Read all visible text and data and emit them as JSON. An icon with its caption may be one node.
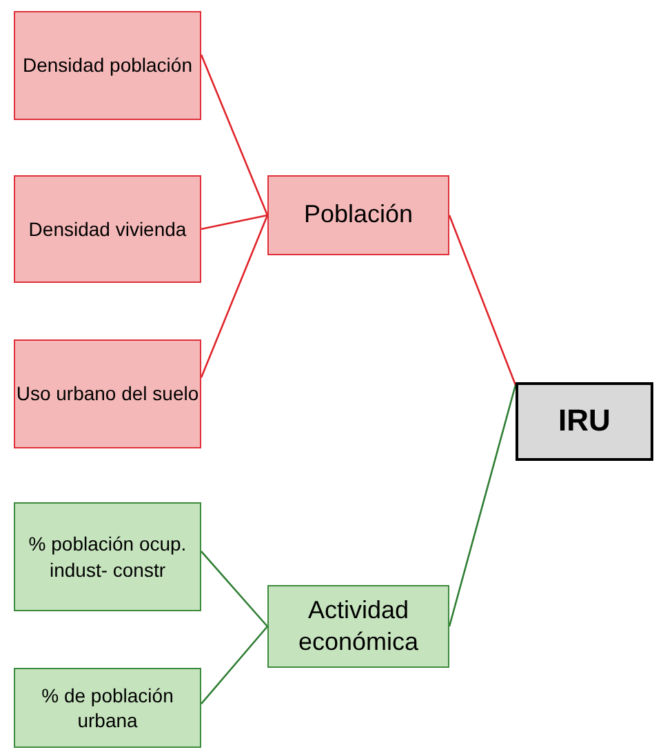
{
  "diagram": {
    "nodes": [
      {
        "text": [
          "Densidad población"
        ]
      },
      {
        "text": [
          "Densidad vivienda"
        ]
      },
      {
        "text": [
          "Uso urbano del suelo"
        ]
      },
      {
        "text": [
          "Población"
        ]
      },
      {
        "text": [
          "IRU"
        ]
      },
      {
        "text": [
          "% población ocup. indust- constr"
        ]
      },
      {
        "text": [
          "% de población urbana"
        ]
      },
      {
        "text": [
          "Actividad económica"
        ]
      }
    ],
    "edges": [
      {
        "from": 0,
        "to": 3,
        "arrow": "none"
      },
      {
        "from": 1,
        "to": 3,
        "arrow": "none"
      },
      {
        "from": 2,
        "to": 3,
        "arrow": "none"
      },
      {
        "from": 3,
        "to": 4,
        "arrow": "none"
      },
      {
        "from": 5,
        "to": 7,
        "arrow": "none",
        "color": "#2e7d32"
      },
      {
        "from": 6,
        "to": 7,
        "arrow": "none",
        "color": "#2e7d32"
      },
      {
        "from": 7,
        "to": 4,
        "arrow": "none",
        "color": "#2e7d32"
      }
    ]
  }
}
